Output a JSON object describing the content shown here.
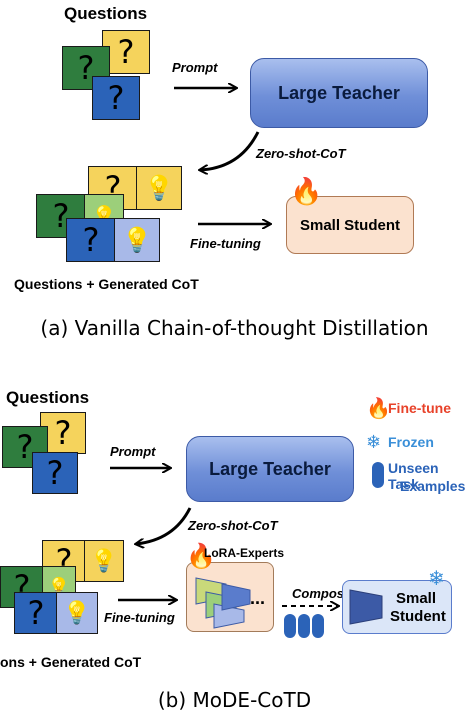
{
  "panel_a": {
    "questions_label": "Questions",
    "prompt_label": "Prompt",
    "teacher_label": "Large Teacher",
    "zero_shot_label": "Zero-shot-CoT",
    "finetuning_label": "Fine-tuning",
    "student_label": "Small Student",
    "generated_label": "Questions + Generated CoT",
    "caption": "(a)  Vanilla Chain-of-thought Distillation"
  },
  "panel_b": {
    "questions_label": "Questions",
    "prompt_label": "Prompt",
    "teacher_label": "Large Teacher",
    "zero_shot_label": "Zero-shot-CoT",
    "finetuning_label": "Fine-tuning",
    "lora_label": "LoRA-Experts",
    "compose_label": "Compose",
    "ellipsis": "...",
    "student_label_line1": "Small",
    "student_label_line2": "Student",
    "generated_label": "ons + Generated CoT",
    "legend": {
      "finetune": "Fine-tune",
      "frozen": "Frozen",
      "unseen_line1": "Unseen Task",
      "unseen_line2": "Examples"
    },
    "caption": "(b)  MoDE-CoTD"
  },
  "question_glyph": "?",
  "colors": {
    "green": "#2f7d3e",
    "yellow": "#f5d35c",
    "blue": "#2b63b8",
    "light_blue": "#a8b9e8",
    "flame": "#e8422a",
    "frozen": "#3a8fd8",
    "teacher": "#6f8fd8",
    "student_bg": "#fbe2cf"
  }
}
